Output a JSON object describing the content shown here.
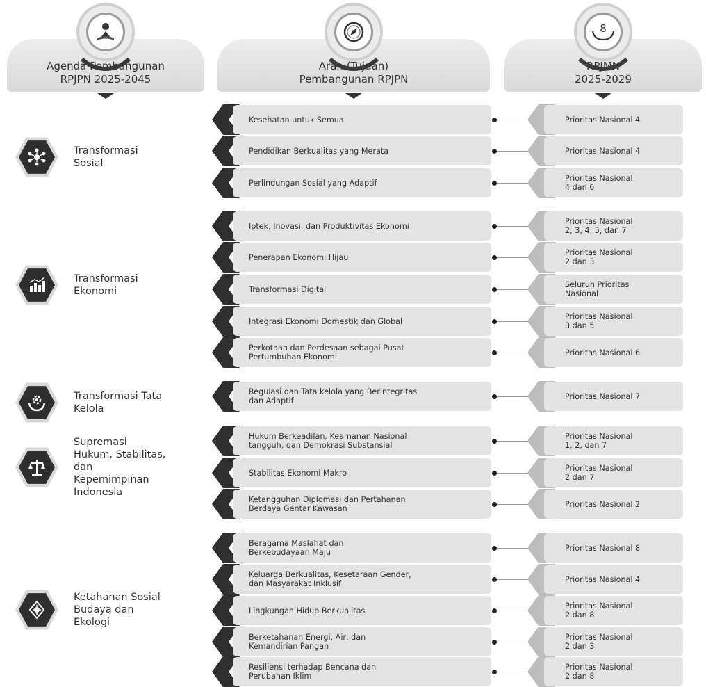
{
  "headers": [
    {
      "title": "Agenda Pembangunan\nRPJPN 2025-2045",
      "icon": "person-reading-icon"
    },
    {
      "title": "Arah (Tujuan)\nPembangunan RPJPN",
      "icon": "compass-icon"
    },
    {
      "title": "RPJMN\n2025-2029",
      "icon": "hands-holding-eight-icon"
    }
  ],
  "agendas": [
    {
      "label": "Transformasi\nSosial",
      "icon": "network-people-icon"
    },
    {
      "label": "Transformasi\nEkonomi",
      "icon": "bar-chart-icon"
    },
    {
      "label": "Transformasi Tata\nKelola",
      "icon": "hand-gear-icon"
    },
    {
      "label": "Supremasi\nHukum, Stabilitas,\ndan\nKepemimpinan\nIndonesia",
      "icon": "scales-icon"
    },
    {
      "label": "Ketahanan Sosial\nBudaya dan\nEkologi",
      "icon": "ornament-icon"
    }
  ],
  "rows": [
    {
      "goal": "Kesehatan untuk Semua",
      "priority": "Prioritas Nasional 4"
    },
    {
      "goal": "Pendidikan Berkualitas yang Merata",
      "priority": "Prioritas Nasional 4"
    },
    {
      "goal": "Perlindungan Sosial yang Adaptif",
      "priority": "Prioritas Nasional\n4 dan 6"
    },
    {
      "goal": "Iptek, Inovasi, dan Produktivitas Ekonomi",
      "priority": "Prioritas Nasional\n2, 3, 4, 5, dan 7"
    },
    {
      "goal": "Penerapan Ekonomi Hijau",
      "priority": "Prioritas Nasional\n2 dan 3"
    },
    {
      "goal": "Transformasi Digital",
      "priority": "Seluruh Prioritas\nNasional"
    },
    {
      "goal": "Integrasi Ekonomi Domestik dan Global",
      "priority": "Prioritas Nasional\n3 dan 5"
    },
    {
      "goal": "Perkotaan dan Perdesaan sebagai Pusat\nPertumbuhan Ekonomi",
      "priority": "Prioritas Nasional 6"
    },
    {
      "goal": "Regulasi dan Tata kelola yang Berintegritas\ndan Adaptif",
      "priority": "Prioritas Nasional 7"
    },
    {
      "goal": "Hukum Berkeadilan, Keamanan Nasional\ntangguh, dan Demokrasi Substansial",
      "priority": "Prioritas Nasional\n1, 2, dan 7"
    },
    {
      "goal": "Stabilitas Ekonomi Makro",
      "priority": "Prioritas Nasional\n2 dan 7"
    },
    {
      "goal": "Ketangguhan Diplomasi dan Pertahanan\nBerdaya Gentar Kawasan",
      "priority": "Prioritas Nasional 2"
    },
    {
      "goal": "Beragama Maslahat dan\nBerkebudayaan Maju",
      "priority": "Prioritas Nasional 8"
    },
    {
      "goal": "Keluarga Berkualitas, Kesetaraan Gender,\ndan Masyarakat Inklusif",
      "priority": "Prioritas Nasional 4"
    },
    {
      "goal": "Lingkungan Hidup Berkualitas",
      "priority": "Prioritas Nasional\n2 dan 8"
    },
    {
      "goal": "Berketahanan Energi, Air, dan\nKemandirian Pangan",
      "priority": "Prioritas Nasional\n2 dan 3"
    },
    {
      "goal": "Resiliensi terhadap Bencana dan\nPerubahan Iklim",
      "priority": "Prioritas Nasional\n2 dan 8"
    }
  ]
}
